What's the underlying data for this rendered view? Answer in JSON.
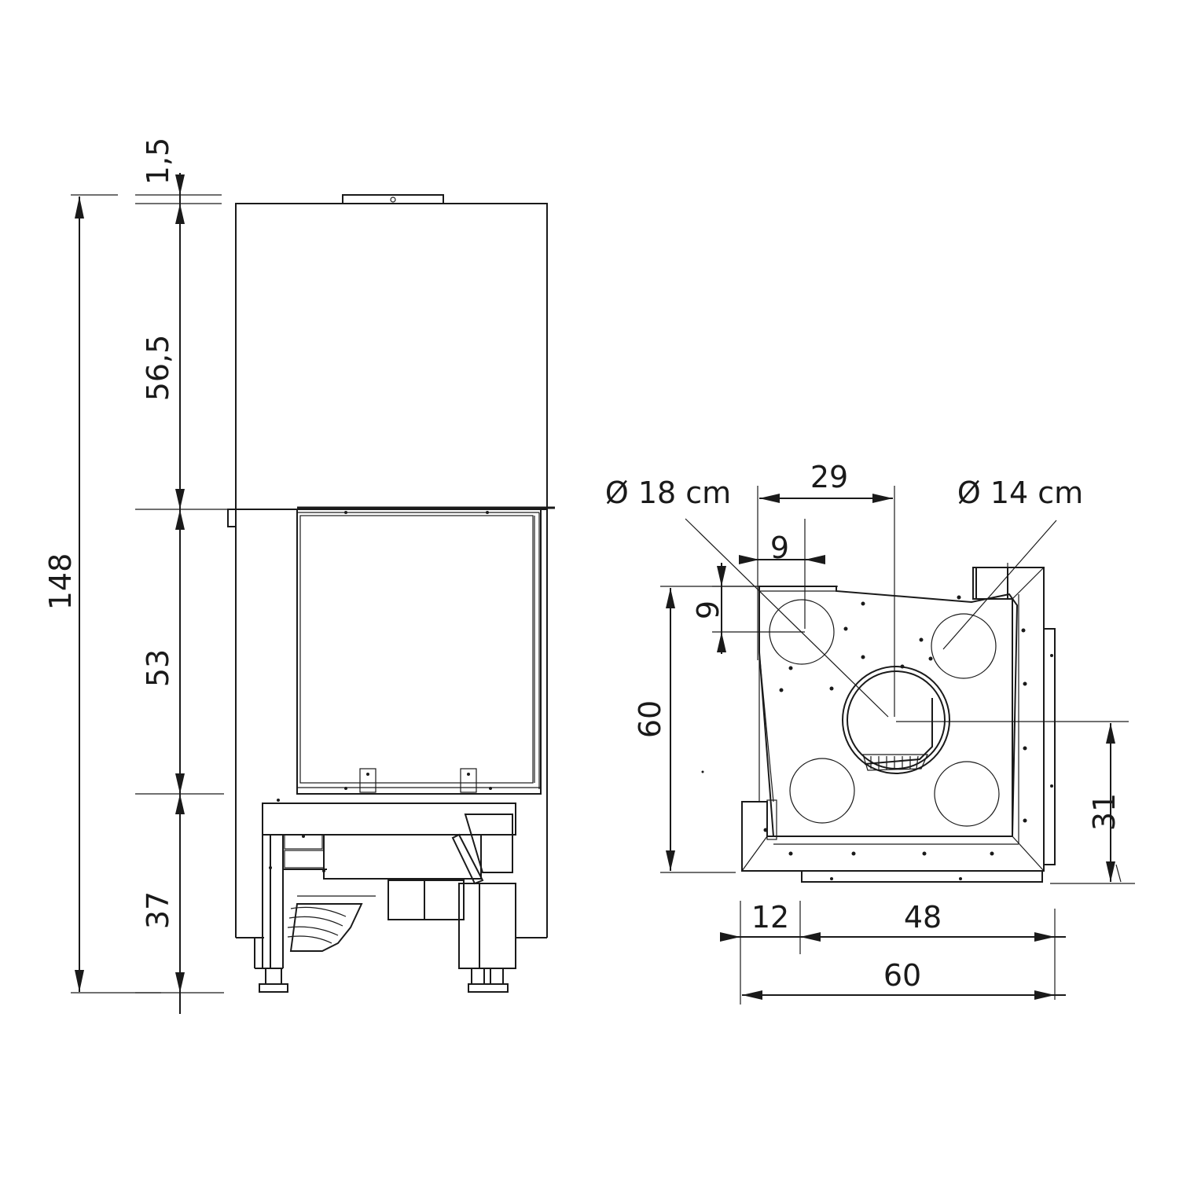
{
  "front_view": {
    "dims": {
      "total_height": "148",
      "top_flange": "1,5",
      "upper_section": "56,5",
      "glass_section": "53",
      "base_section": "37"
    }
  },
  "plan_view": {
    "dims": {
      "flue_large": "Ø 18 cm",
      "flue_small": "Ø 14 cm",
      "flue_offset_x": "29",
      "inlet_offset_x": "9",
      "inlet_offset_y": "9",
      "depth": "60",
      "flue_offset_y": "31",
      "front_left": "12",
      "front_right": "48",
      "width": "60"
    }
  }
}
